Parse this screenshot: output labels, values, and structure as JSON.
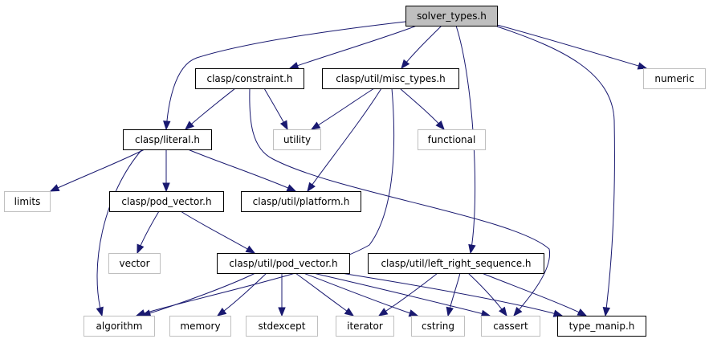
{
  "diagram": {
    "type": "include-dependency-graph",
    "colors": {
      "edge": "#191970",
      "root_fill": "#bfbfbf",
      "internal_border": "#000000",
      "external_border": "#bfbfbf",
      "internal_text": "#000000",
      "external_text": "#000000"
    },
    "nodes": [
      {
        "id": "solver_types",
        "label": "solver_types.h",
        "kind": "root"
      },
      {
        "id": "constraint",
        "label": "clasp/constraint.h",
        "kind": "internal"
      },
      {
        "id": "misc_types",
        "label": "clasp/util/misc_types.h",
        "kind": "internal"
      },
      {
        "id": "numeric",
        "label": "numeric",
        "kind": "external"
      },
      {
        "id": "literal",
        "label": "clasp/literal.h",
        "kind": "internal"
      },
      {
        "id": "utility",
        "label": "utility",
        "kind": "external"
      },
      {
        "id": "functional",
        "label": "functional",
        "kind": "external"
      },
      {
        "id": "limits",
        "label": "limits",
        "kind": "external"
      },
      {
        "id": "pod_vector",
        "label": "clasp/pod_vector.h",
        "kind": "internal"
      },
      {
        "id": "platform",
        "label": "clasp/util/platform.h",
        "kind": "internal"
      },
      {
        "id": "vector",
        "label": "vector",
        "kind": "external"
      },
      {
        "id": "util_pod_vector",
        "label": "clasp/util/pod_vector.h",
        "kind": "internal"
      },
      {
        "id": "lrs",
        "label": "clasp/util/left_right_sequence.h",
        "kind": "internal"
      },
      {
        "id": "algorithm",
        "label": "algorithm",
        "kind": "external"
      },
      {
        "id": "memory",
        "label": "memory",
        "kind": "external"
      },
      {
        "id": "stdexcept",
        "label": "stdexcept",
        "kind": "external"
      },
      {
        "id": "iterator",
        "label": "iterator",
        "kind": "external"
      },
      {
        "id": "cstring",
        "label": "cstring",
        "kind": "external"
      },
      {
        "id": "cassert",
        "label": "cassert",
        "kind": "external"
      },
      {
        "id": "type_manip",
        "label": "type_manip.h",
        "kind": "internal"
      }
    ],
    "edges": [
      {
        "from": "solver_types",
        "to": "constraint"
      },
      {
        "from": "solver_types",
        "to": "misc_types"
      },
      {
        "from": "solver_types",
        "to": "numeric"
      },
      {
        "from": "solver_types",
        "to": "literal"
      },
      {
        "from": "solver_types",
        "to": "lrs"
      },
      {
        "from": "solver_types",
        "to": "type_manip"
      },
      {
        "from": "constraint",
        "to": "literal"
      },
      {
        "from": "constraint",
        "to": "utility"
      },
      {
        "from": "constraint",
        "to": "cassert"
      },
      {
        "from": "misc_types",
        "to": "utility"
      },
      {
        "from": "misc_types",
        "to": "functional"
      },
      {
        "from": "misc_types",
        "to": "platform"
      },
      {
        "from": "misc_types",
        "to": "algorithm"
      },
      {
        "from": "literal",
        "to": "limits"
      },
      {
        "from": "literal",
        "to": "pod_vector"
      },
      {
        "from": "literal",
        "to": "platform"
      },
      {
        "from": "literal",
        "to": "algorithm"
      },
      {
        "from": "pod_vector",
        "to": "vector"
      },
      {
        "from": "pod_vector",
        "to": "util_pod_vector"
      },
      {
        "from": "util_pod_vector",
        "to": "algorithm"
      },
      {
        "from": "util_pod_vector",
        "to": "memory"
      },
      {
        "from": "util_pod_vector",
        "to": "stdexcept"
      },
      {
        "from": "util_pod_vector",
        "to": "iterator"
      },
      {
        "from": "util_pod_vector",
        "to": "cstring"
      },
      {
        "from": "util_pod_vector",
        "to": "cassert"
      },
      {
        "from": "util_pod_vector",
        "to": "type_manip"
      },
      {
        "from": "lrs",
        "to": "iterator"
      },
      {
        "from": "lrs",
        "to": "cstring"
      },
      {
        "from": "lrs",
        "to": "cassert"
      },
      {
        "from": "lrs",
        "to": "type_manip"
      }
    ]
  }
}
